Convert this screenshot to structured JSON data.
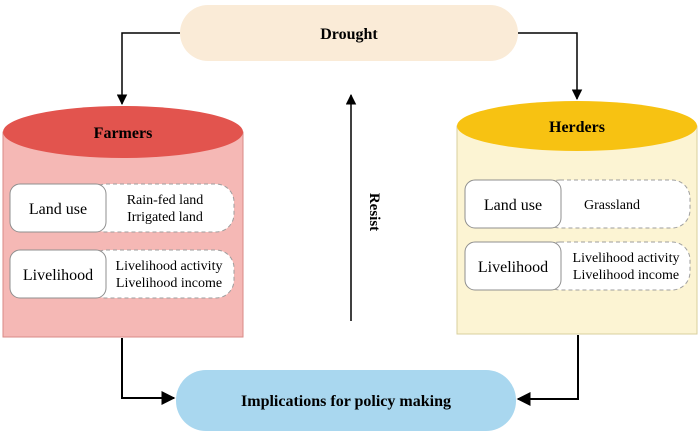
{
  "top_node": {
    "label": "Drought",
    "color": "#faebd7"
  },
  "bottom_node": {
    "label": "Implications for policy making",
    "color": "#a9d7ef"
  },
  "center_arrow": {
    "label": "Resist"
  },
  "farmers": {
    "title": "Farmers",
    "cap_color": "#e2544e",
    "body_color": "#f5b8b5",
    "rows": [
      {
        "label": "Land use",
        "items": [
          "Rain-fed land",
          "Irrigated land"
        ]
      },
      {
        "label": "Livelihood",
        "items": [
          "Livelihood activity",
          "Livelihood income"
        ]
      }
    ]
  },
  "herders": {
    "title": "Herders",
    "cap_color": "#f7c212",
    "body_color": "#fcf4d3",
    "rows": [
      {
        "label": "Land use",
        "items": [
          "Grassland"
        ]
      },
      {
        "label": "Livelihood",
        "items": [
          "Livelihood activity",
          "Livelihood income"
        ]
      }
    ]
  }
}
